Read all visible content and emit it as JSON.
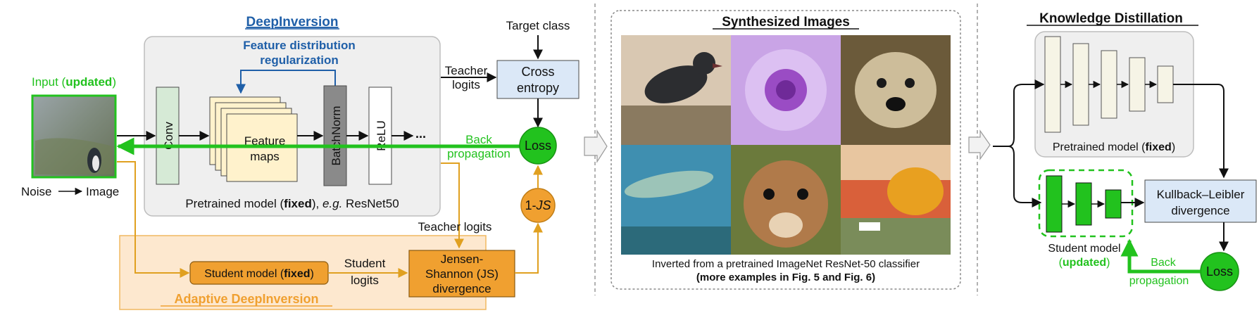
{
  "deepinversion": {
    "title": "DeepInversion",
    "feature_reg_line1": "Feature distribution",
    "feature_reg_line2": "regularization",
    "input_prefix": "Input (",
    "input_bold": "updated",
    "input_suffix": ")",
    "noise_label": "Noise",
    "image_label": "Image",
    "conv_label": "Conv",
    "feature_maps_line1": "Feature",
    "feature_maps_line2": "maps",
    "batchnorm_label": "BatchNorm",
    "relu_label": "ReLU",
    "ellipsis": "...",
    "pretrained_prefix": "Pretrained model (",
    "pretrained_bold": "fixed",
    "pretrained_mid": "), ",
    "pretrained_italic": "e.g.",
    "pretrained_suffix": " ResNet50",
    "target_class": "Target class",
    "teacher_logits_top_line1": "Teacher",
    "teacher_logits_top_line2": "logits",
    "cross_entropy_line1": "Cross",
    "cross_entropy_line2": "entropy",
    "back_prop_line1": "Back",
    "back_prop_line2": "propagation",
    "loss_label": "Loss",
    "one_js_prefix": "1-",
    "one_js_italic": "JS",
    "teacher_logits_bottom": "Teacher  logits"
  },
  "adaptive": {
    "title": "Adaptive DeepInversion",
    "student_prefix": "Student model (",
    "student_bold": "fixed",
    "student_suffix": ")",
    "student_logits_line1": "Student",
    "student_logits_line2": "logits",
    "js_line1": "Jensen-",
    "js_line2": "Shannon (JS)",
    "js_line3": "divergence"
  },
  "synthesized": {
    "title": "Synthesized Images",
    "caption_line1": "Inverted from a pretrained ImageNet ResNet-50 classifier",
    "caption_line2": "(more examples in Fig. 5 and Fig. 6)"
  },
  "kd": {
    "title": "Knowledge Distillation",
    "pretrained_prefix": "Pretrained model (",
    "pretrained_bold": "fixed",
    "pretrained_suffix": ")",
    "kl_line1": "Kullback–Leibler",
    "kl_line2": "divergence",
    "student_line1": "Student model",
    "student_line2_prefix": "(",
    "student_line2_bold": "updated",
    "student_line2_suffix": ")",
    "back_prop_line1": "Back",
    "back_prop_line2": "propagation",
    "loss_label": "Loss"
  },
  "colors": {
    "green": "#22c21e",
    "orange": "#f0a030",
    "blue": "#1f5fa8",
    "gray_panel": "#efefef",
    "light_blue": "#dbe8f7"
  }
}
